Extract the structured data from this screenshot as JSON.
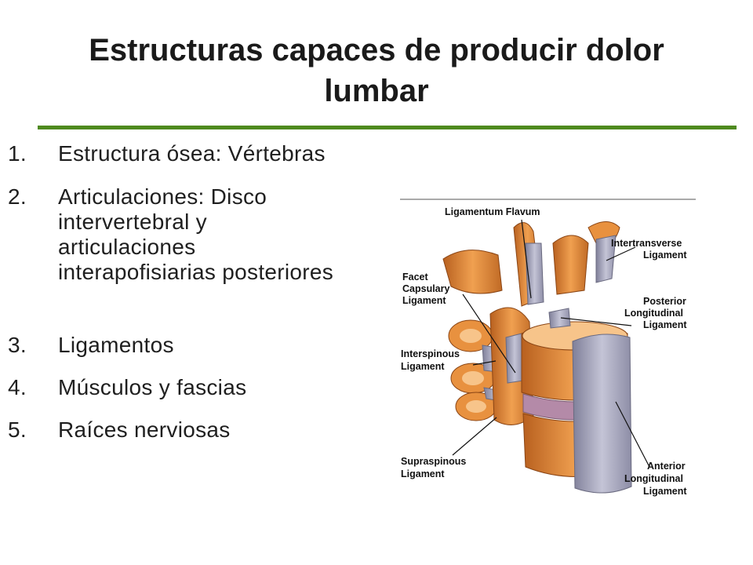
{
  "slide": {
    "title_line1": "Estructuras capaces de producir dolor",
    "title_line2": "lumbar",
    "accent_color": "#4e8a1e"
  },
  "list": [
    {
      "num": "1.",
      "text": "Estructura ósea: Vértebras"
    },
    {
      "num": "2.",
      "text_lines": [
        "Articulaciones: Disco",
        "intervertebral y",
        "articulaciones",
        "interapofisiarias posteriores"
      ]
    },
    {
      "num": "3.",
      "text": "Ligamentos"
    },
    {
      "num": "4.",
      "text": "Músculos y fascias"
    },
    {
      "num": "5.",
      "text": "Raíces nerviosas"
    }
  ],
  "figure": {
    "labels": {
      "ligamentum_flavum": "Ligamentum Flavum",
      "intertransverse_1": "Intertransverse",
      "intertransverse_2": "Ligament",
      "facet_1": "Facet",
      "facet_2": "Capsulary",
      "facet_3": "Ligament",
      "posterior_1": "Posterior",
      "posterior_2": "Longitudinal",
      "posterior_3": "Ligament",
      "interspinous_1": "Interspinous",
      "interspinous_2": "Ligament",
      "supraspinous_1": "Supraspinous",
      "supraspinous_2": "Ligament",
      "anterior_1": "Anterior",
      "anterior_2": "Longitudinal",
      "anterior_3": "Ligament"
    },
    "colors": {
      "bone": "#e8913f",
      "bone_dark": "#b8601f",
      "bone_light": "#f7c48a",
      "ligament": "#9c9cb4",
      "disc": "#b48aa8"
    }
  }
}
